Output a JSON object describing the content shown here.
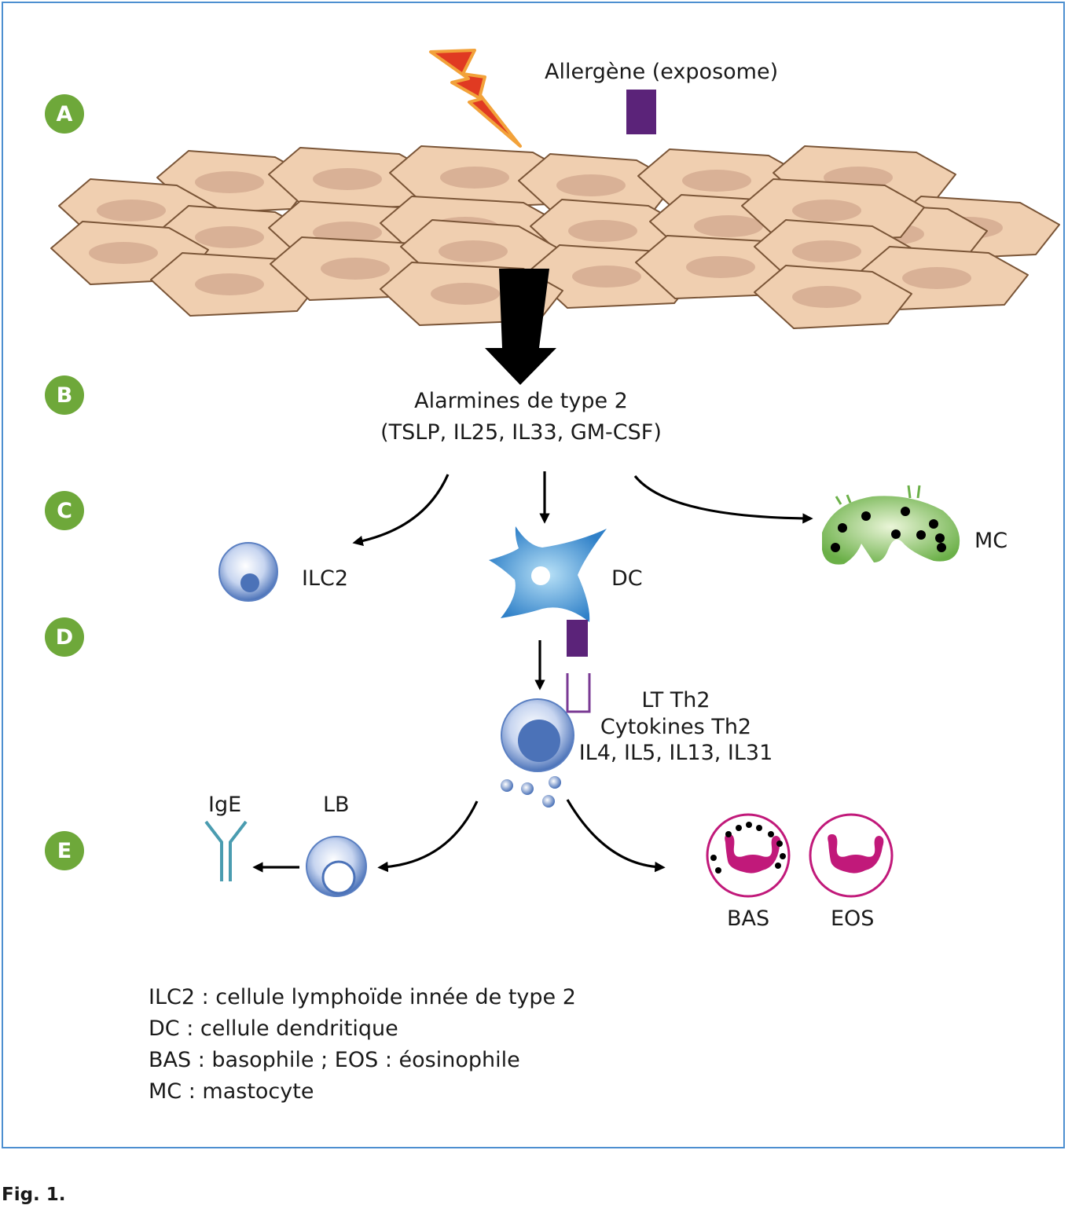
{
  "steps": [
    "A",
    "B",
    "C",
    "D",
    "E"
  ],
  "trigger": {
    "label": "Allergène (exposome)"
  },
  "alarmins": {
    "line1": "Alarmines de type 2",
    "line2": "(TSLP, IL25, IL33, GM-CSF)"
  },
  "cells": {
    "ilc2": "ILC2",
    "dc": "DC",
    "mc": "MC",
    "lb": "LB",
    "ige": "IgE",
    "bas": "BAS",
    "eos": "EOS"
  },
  "th2": {
    "line1": "LT Th2",
    "line2": "Cytokines Th2",
    "line3": "IL4, IL5, IL13, IL31"
  },
  "legend": [
    "ILC2 : cellule lymphoïde innée de type 2",
    "DC : cellule dendritique",
    "BAS : basophile ; EOS : éosinophile",
    "MC : mastocyte"
  ],
  "caption": "Fig. 1.",
  "colors": {
    "frame": "#4d8fd0",
    "badge": "#6ea83a",
    "epithelium": "#f0cfb0",
    "nucleus": "#d9b196",
    "allergen": "#5b2379",
    "ilc": "#4b72b8",
    "dc": "#3f8fd0",
    "mast": "#7dbd59",
    "granulocyte": "#c1197a",
    "ige": "#4a9cb0",
    "bolt": "#e03a22"
  }
}
